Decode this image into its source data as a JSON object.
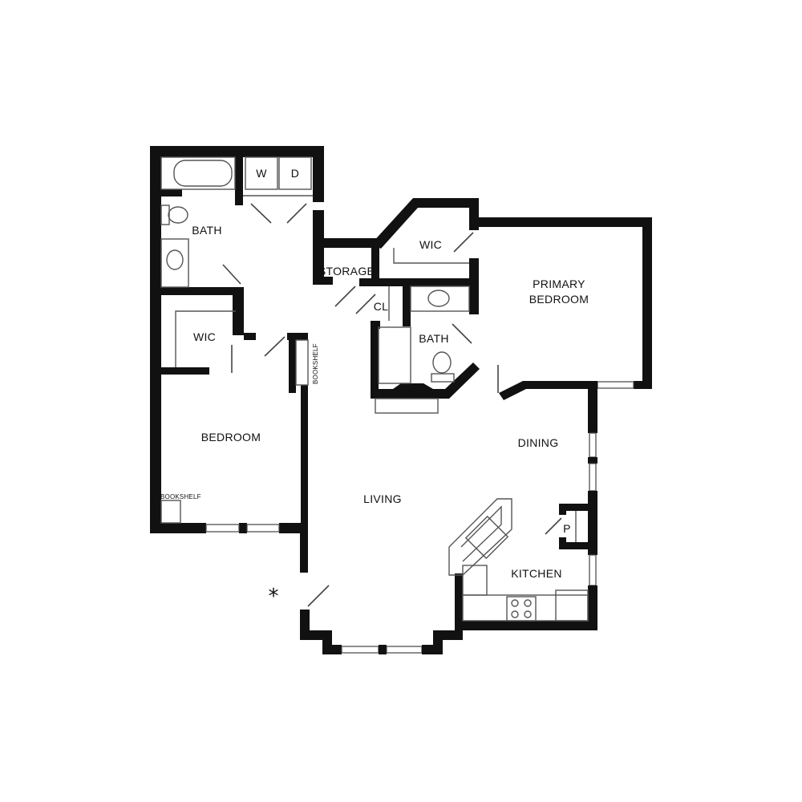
{
  "rooms": {
    "bath_left": "BATH",
    "washer": "W",
    "dryer": "D",
    "storage": "STORAGE",
    "wic_top": "WIC",
    "primary_bedroom_line1": "PRIMARY",
    "primary_bedroom_line2": "BEDROOM",
    "closet": "CL",
    "bath_center": "BATH",
    "wic_left": "WIC",
    "bookshelf_vertical": "BOOKSHELF",
    "bedroom": "BEDROOM",
    "bookshelf_bedroom": "BOOKSHELF",
    "living": "LIVING",
    "dining": "DINING",
    "pantry": "P",
    "kitchen": "KITCHEN",
    "entry_marker": "*"
  },
  "colors": {
    "wall": "#111111",
    "fixture": "#555555",
    "background": "#ffffff"
  }
}
